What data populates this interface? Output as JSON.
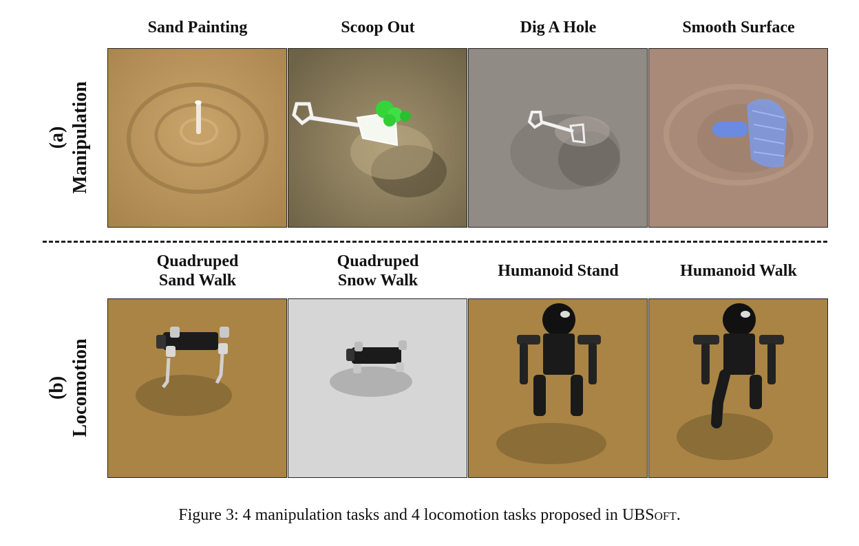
{
  "row_a": {
    "label_line1": "(a)",
    "label_line2": "Manipulation",
    "titles": [
      "Sand Painting",
      "Scoop Out",
      "Dig A Hole",
      "Smooth Surface"
    ]
  },
  "row_b": {
    "label_line1": "(b)",
    "label_line2": "Locomotion",
    "titles": [
      {
        "line1": "Quadruped",
        "line2": "Sand Walk"
      },
      {
        "line1": "Quadruped",
        "line2": "Snow Walk"
      },
      {
        "line1": "Humanoid Stand",
        "line2": ""
      },
      {
        "line1": "Humanoid Walk",
        "line2": ""
      }
    ]
  },
  "caption": {
    "prefix": "Figure 3: 4 manipulation tasks and 4 locomotion tasks proposed in ",
    "system_name_main": "UB",
    "system_name_sc": "Soft",
    "suffix": "."
  },
  "colors": {
    "sand": "#b8935a",
    "grey_sand": "#8c8c84",
    "pink_sand": "#a98a78",
    "snow": "#d9d9d9",
    "loco_sand": "#a98445",
    "green_blob": "#36d43a",
    "blue_tool": "#6b8be0"
  }
}
